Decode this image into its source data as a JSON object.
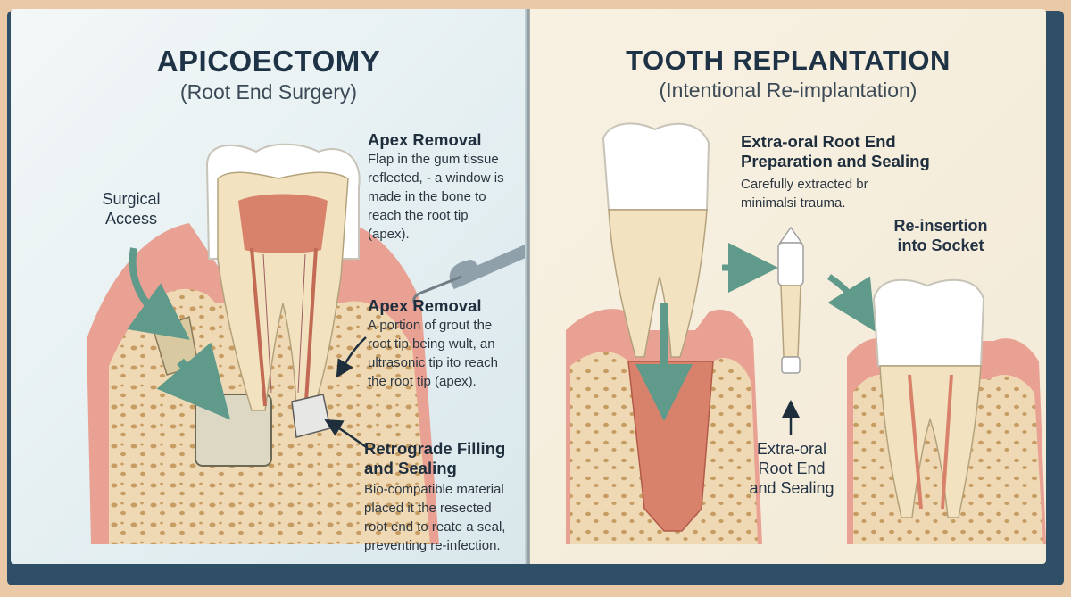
{
  "left_page": {
    "title": "APICOECTOMY",
    "subtitle": "(Root End Surgery)",
    "surgical_access_label": [
      "Surgical",
      "Access"
    ],
    "step1": {
      "heading": "Apex Removal",
      "text": [
        "Flap in the gum tissue",
        "reflected, - a window is",
        "made in the bone to",
        "reach the root tip",
        "(apex)."
      ]
    },
    "step2": {
      "heading": "Apex Removal",
      "text": [
        "A portion of grout the",
        "root tip being wult, an",
        "ultrasonic tip ito reach",
        "the root tip (apex)."
      ]
    },
    "step3": {
      "heading": [
        "Retrograde Filling",
        "and Sealing"
      ],
      "text": [
        "Bio-compatible material",
        "placed it the resected",
        "root end to reate a seal,",
        "preventing re-infection."
      ]
    }
  },
  "right_page": {
    "title": "TOOTH REPLANTATION",
    "subtitle": "(Intentional Re-implantation)",
    "step1": {
      "heading": [
        "Extra-oral Root End",
        "Preparation and Sealing"
      ],
      "text": [
        "Carefully extracted br",
        "minimalsi trauma."
      ]
    },
    "reinsertion_label": [
      "Re-insertion",
      "into Socket"
    ],
    "extraoral_label": [
      "Extra-oral",
      "Root End",
      "and Sealing"
    ]
  },
  "colors": {
    "cover": "#2f4f66",
    "title": "#1f3346",
    "gum": "#e9a193",
    "bone": "#efd9b4",
    "enamel": "#ffffff",
    "dentin": "#f2e2bf",
    "pulp": "#d9826b",
    "arrow": "#5f9a8a"
  },
  "icons": [
    "tooth-icon",
    "ultrasonic-instrument-icon",
    "arrow-icon",
    "root-end-filling-icon"
  ]
}
